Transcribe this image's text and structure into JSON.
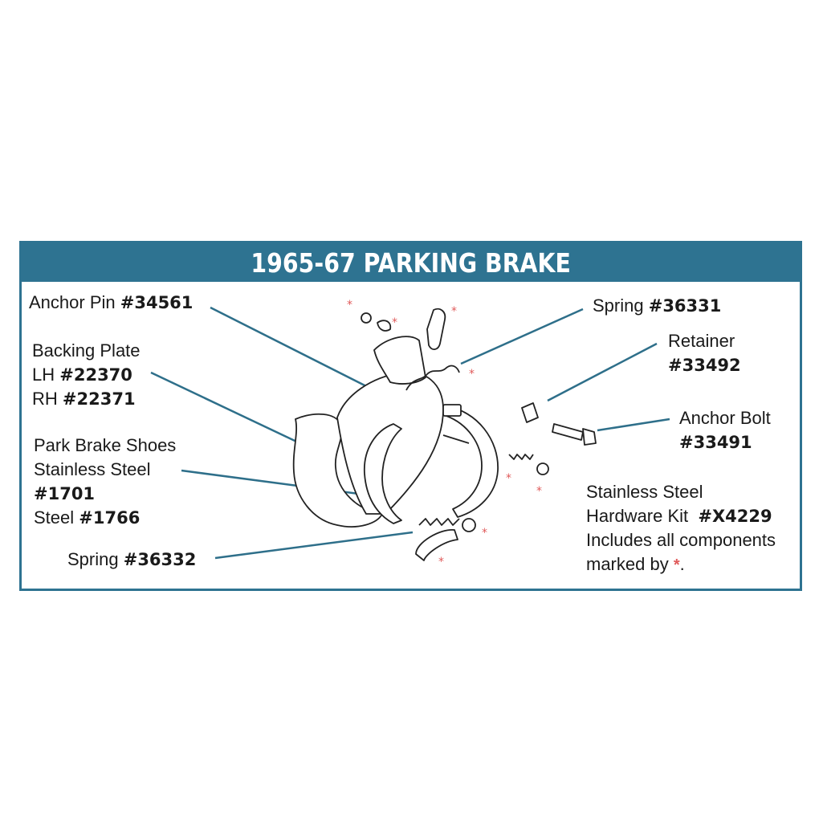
{
  "title": "1965-67 PARKING BRAKE",
  "colors": {
    "frame": "#2e7391",
    "leader": "#2e6f8a",
    "marker": "#e05a5a"
  },
  "labels": {
    "anchor_pin": {
      "name": "Anchor Pin",
      "part": "#34561"
    },
    "backing_plate": {
      "name": "Backing Plate",
      "lh_prefix": "LH",
      "lh_part": "#22370",
      "rh_prefix": "RH",
      "rh_part": "#22371"
    },
    "park_brake_shoes": {
      "name": "Park Brake Shoes",
      "material1": "Stainless Steel",
      "part1": "#1701",
      "material2_prefix": "Steel",
      "part2": "#1766"
    },
    "spring_lower": {
      "name": "Spring",
      "part": "#36332"
    },
    "spring_upper": {
      "name": "Spring",
      "part": "#36331"
    },
    "retainer": {
      "name": "Retainer",
      "part": "#33492"
    },
    "anchor_bolt": {
      "name": "Anchor Bolt",
      "part": "#33491"
    },
    "hardware_kit": {
      "line1": "Stainless Steel",
      "line2_prefix": "Hardware Kit",
      "part": "#X4229",
      "line3": "Includes all components",
      "line4_prefix": "marked by",
      "marker_symbol": "*",
      "line4_suffix": "."
    }
  }
}
